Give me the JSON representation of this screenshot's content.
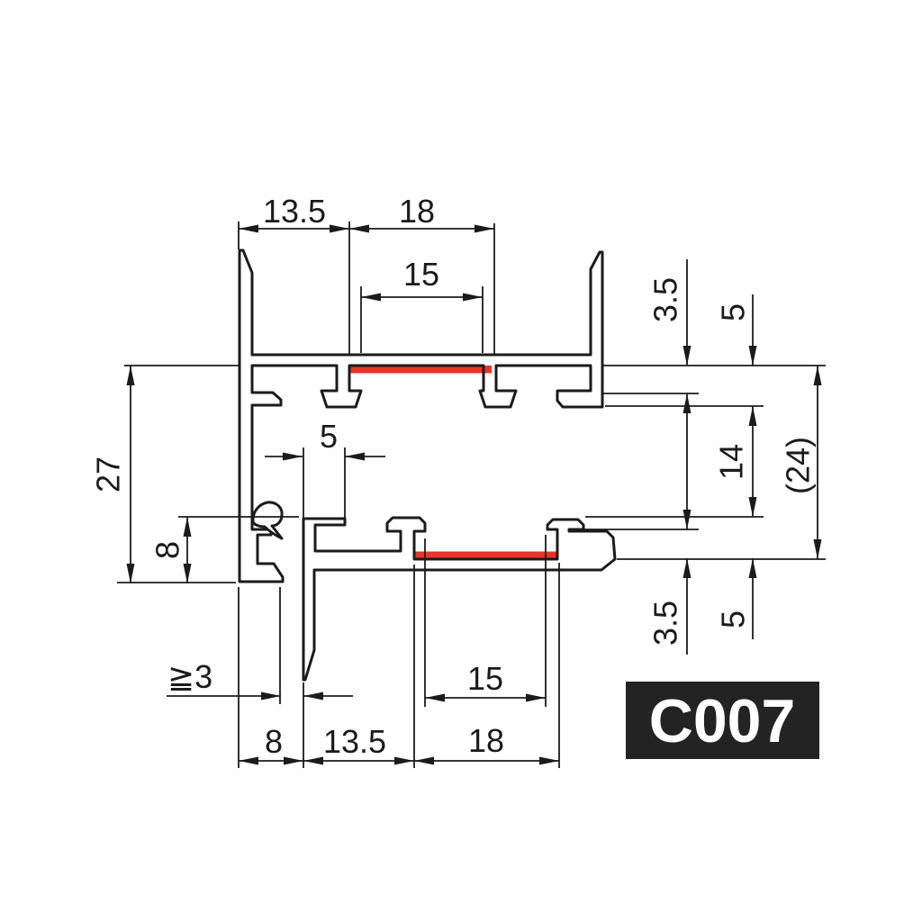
{
  "drawing_code": "C007",
  "dims": {
    "top_13_5": "13.5",
    "top_18": "18",
    "top_15": "15",
    "upper_right_3_5": "3.5",
    "upper_right_5": "5",
    "left_27": "27",
    "left_8": "8",
    "mid_5": "5",
    "right_14": "14",
    "right_24": "(24)",
    "lower_right_3_5": "3.5",
    "lower_right_5": "5",
    "bottom_min_3": "≧3",
    "bottom_8": "8",
    "bottom_13_5": "13.5",
    "bottom_18": "18",
    "bottom_15": "15"
  },
  "colors": {
    "background": "#ffffff",
    "line": "#1b1b1b",
    "gasket_red": "#e8342a",
    "label_bg": "#232323",
    "label_text": "#ffffff"
  }
}
